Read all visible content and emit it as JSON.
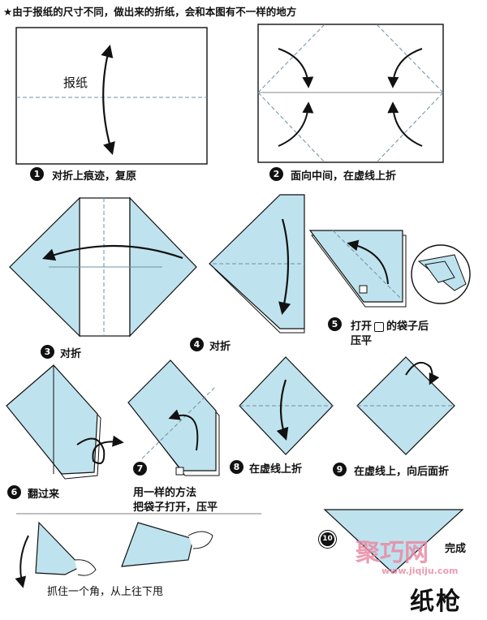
{
  "header": {
    "note": "★由于报纸的尺寸不同，做出来的折纸，会和本图有不一样的地方"
  },
  "labels": {
    "newspaper": "报纸"
  },
  "steps": [
    {
      "num": "1",
      "text": "对折上痕迹，复原"
    },
    {
      "num": "2",
      "text": "面向中间，在虚线上折"
    },
    {
      "num": "3",
      "text": "对折"
    },
    {
      "num": "4",
      "text": "对折"
    },
    {
      "num": "5",
      "text_line1": "打开",
      "text_line1_tail": "的袋子后",
      "text_line2": "压平"
    },
    {
      "num": "6",
      "text": "翻过来"
    },
    {
      "num": "7",
      "text_line1": "用一样的方法",
      "text_line2": "把袋子打开，压平"
    },
    {
      "num": "8",
      "text": "在虚线上折"
    },
    {
      "num": "9",
      "text": "在虚线上，向后面折"
    },
    {
      "num": "10",
      "text": "完成"
    }
  ],
  "bottom": {
    "grip_text": "抓住一个角，从上往下甩",
    "title": "纸枪"
  },
  "watermark": {
    "chars": "聚巧网",
    "url": "www.jiqiju.com"
  },
  "colors": {
    "paper": "#bfe3ee",
    "line": "#111111",
    "fold_line": "#6f8fa0",
    "watermark": "#e98aa5"
  }
}
